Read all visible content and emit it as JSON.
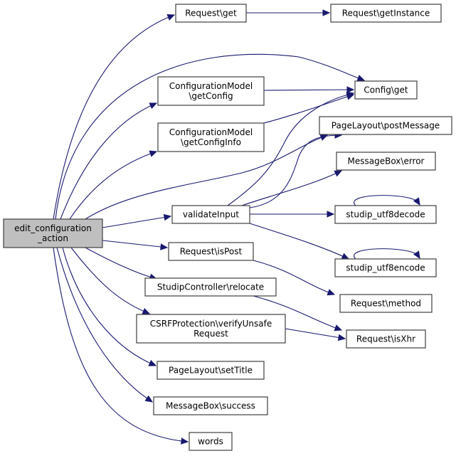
{
  "graph": {
    "title": "edit_configuration_action call graph",
    "edge_color": "#191970",
    "root_fill": "#bfbfbf",
    "nodes": {
      "root": {
        "lines": [
          "edit_configuration",
          "_action"
        ]
      },
      "request_get": {
        "lines": [
          "Request\\get"
        ]
      },
      "request_getinstance": {
        "lines": [
          "Request\\getInstance"
        ]
      },
      "cm_getconfig": {
        "lines": [
          "ConfigurationModel",
          "\\getConfig"
        ]
      },
      "config_get": {
        "lines": [
          "Config\\get"
        ]
      },
      "cm_getconfiginfo": {
        "lines": [
          "ConfigurationModel",
          "\\getConfigInfo"
        ]
      },
      "pl_postmessage": {
        "lines": [
          "PageLayout\\postMessage"
        ]
      },
      "mb_error": {
        "lines": [
          "MessageBox\\error"
        ]
      },
      "validateinput": {
        "lines": [
          "validateInput"
        ]
      },
      "utf8decode": {
        "lines": [
          "studip_utf8decode"
        ]
      },
      "utf8encode": {
        "lines": [
          "studip_utf8encode"
        ]
      },
      "request_ispost": {
        "lines": [
          "Request\\isPost"
        ]
      },
      "sc_relocate": {
        "lines": [
          "StudipController\\relocate"
        ]
      },
      "request_method": {
        "lines": [
          "Request\\method"
        ]
      },
      "csrf_verify": {
        "lines": [
          "CSRFProtection\\verifyUnsafe",
          "Request"
        ]
      },
      "request_isxhr": {
        "lines": [
          "Request\\isXhr"
        ]
      },
      "pl_settitle": {
        "lines": [
          "PageLayout\\setTitle"
        ]
      },
      "mb_success": {
        "lines": [
          "MessageBox\\success"
        ]
      },
      "words": {
        "lines": [
          "words"
        ]
      }
    },
    "edges": [
      [
        "root",
        "request_get"
      ],
      [
        "root",
        "config_get"
      ],
      [
        "root",
        "cm_getconfig"
      ],
      [
        "root",
        "cm_getconfiginfo"
      ],
      [
        "root",
        "pl_postmessage"
      ],
      [
        "root",
        "validateinput"
      ],
      [
        "root",
        "request_ispost"
      ],
      [
        "root",
        "sc_relocate"
      ],
      [
        "root",
        "csrf_verify"
      ],
      [
        "root",
        "pl_settitle"
      ],
      [
        "root",
        "mb_success"
      ],
      [
        "root",
        "words"
      ],
      [
        "request_get",
        "request_getinstance"
      ],
      [
        "cm_getconfig",
        "config_get"
      ],
      [
        "cm_getconfiginfo",
        "config_get"
      ],
      [
        "validateinput",
        "config_get"
      ],
      [
        "validateinput",
        "pl_postmessage"
      ],
      [
        "validateinput",
        "mb_error"
      ],
      [
        "validateinput",
        "utf8decode"
      ],
      [
        "validateinput",
        "utf8encode"
      ],
      [
        "utf8decode",
        "utf8decode"
      ],
      [
        "utf8encode",
        "utf8encode"
      ],
      [
        "request_ispost",
        "request_method"
      ],
      [
        "sc_relocate",
        "request_isxhr"
      ],
      [
        "csrf_verify",
        "request_isxhr"
      ]
    ]
  }
}
